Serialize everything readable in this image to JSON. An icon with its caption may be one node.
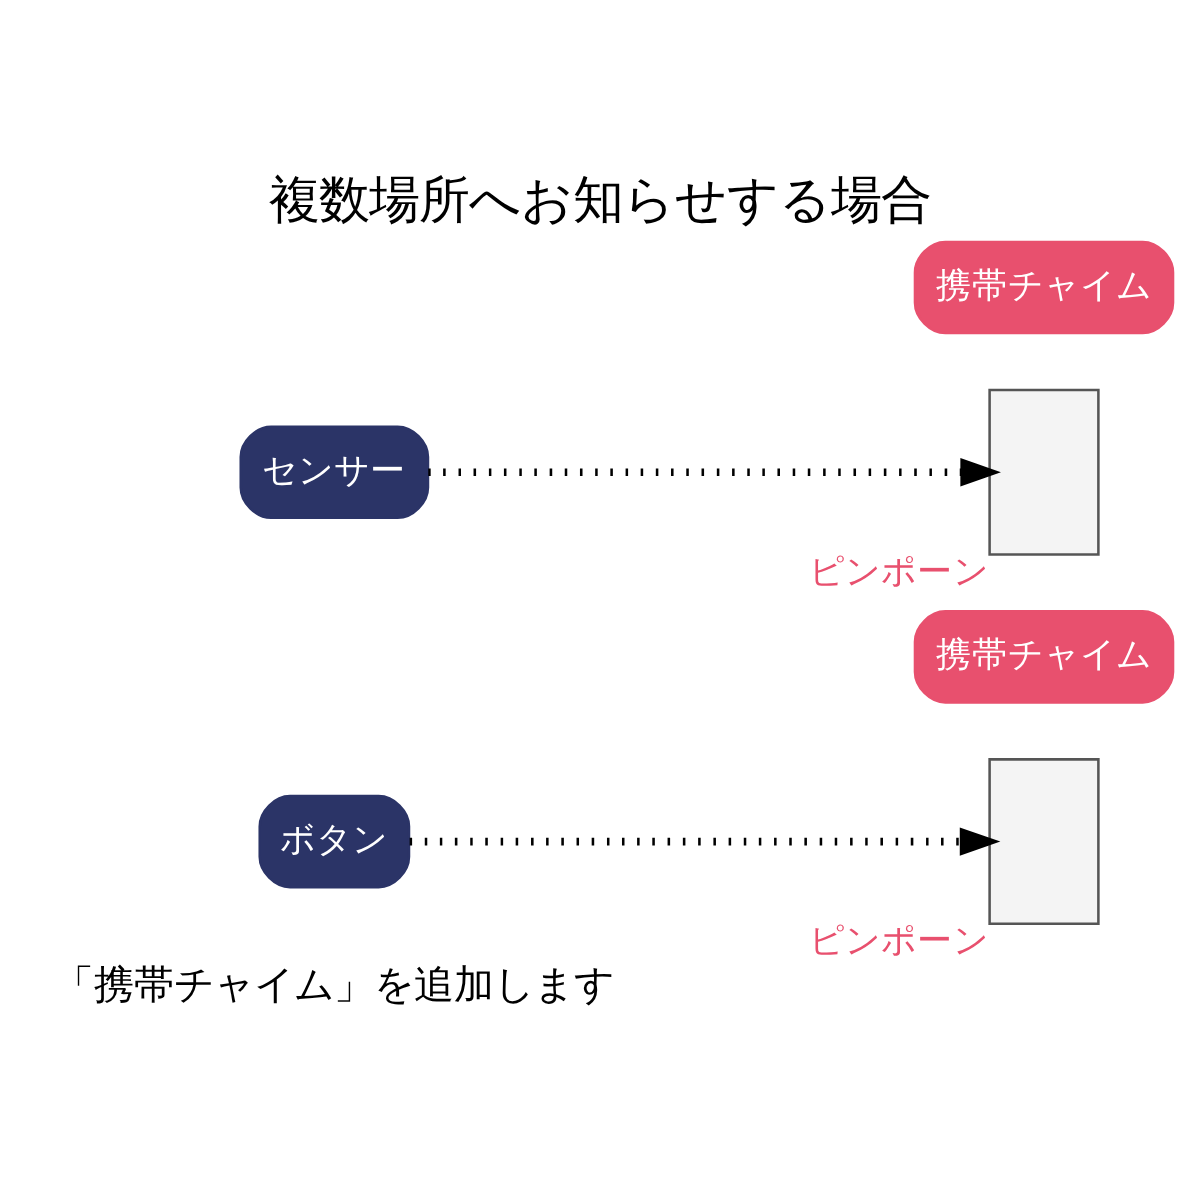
{
  "diagram": {
    "title": "複数場所へお知らせする場合",
    "nodes": [
      {
        "text": [
          "携帯チャイム"
        ]
      },
      {
        "text": [],
        "shape": "box",
        "beside": [
          "ピンポーン"
        ]
      },
      {
        "text": [
          "携帯チャイム"
        ]
      },
      {
        "text": [],
        "shape": "box",
        "beside": [
          "ピンポーン"
        ]
      },
      {
        "text": [
          "センサー"
        ]
      },
      {
        "text": [
          "ボタン"
        ]
      }
    ],
    "edges": [
      {
        "from": 4,
        "to": 1,
        "arrow": "to",
        "style": "dashed"
      },
      {
        "from": 5,
        "to": 3,
        "arrow": "to",
        "style": "dashed"
      }
    ],
    "labels": [
      "「携帯チャイム」を追加します"
    ]
  }
}
